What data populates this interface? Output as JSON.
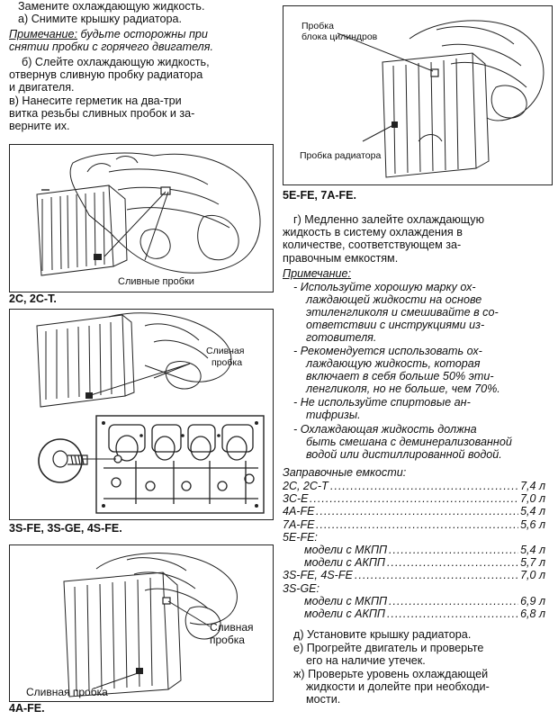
{
  "left_text": [
    "Замените охлаждающую жидкость.",
    "а) Снимите крышку радиатора.",
    "Примечание: будьте осторожны при",
    "снятии пробки с горячего двигателя.",
    "б) Слейте охлаждающую жидкость,",
    "отвернув сливную пробку радиатора",
    "и двигателя.",
    "в) Нанесите герметик на два-три",
    "витка резьбы сливных пробок и за-",
    "верните их."
  ],
  "figures": {
    "fig_2c": {
      "label": "Сливные пробки",
      "caption": "2C, 2C-T."
    },
    "fig_3s": {
      "label_line1": "Сливная",
      "label_line2": "пробка",
      "caption": "3S-FE, 3S-GE, 4S-FE."
    },
    "fig_4a": {
      "label_right_1": "Сливная",
      "label_right_2": "пробка",
      "label_bottom": "Сливная пробка",
      "caption": "4A-FE."
    },
    "fig_5e": {
      "label_block_1": "Пробка",
      "label_block_2": "блока цилиндров",
      "label_radiator": "Пробка радиатора",
      "caption": "5E-FE, 7A-FE."
    }
  },
  "right_text": [
    "г) Медленно залейте охлаждающую",
    "жидкость в систему охлаждения в",
    "количестве, соответствующем за-",
    "правочным емкостям."
  ],
  "note_title": "Примечание:",
  "note_lines": [
    "- Используйте хорошую марку ох-",
    "лаждающей жидкости на основе",
    "этиленгликоля и смешивайте в со-",
    "ответствии с инструкциями из-",
    "готовителя.",
    "- Рекомендуется использовать ох-",
    "лаждающую жидкость, которая",
    "включает в себя больше 50% эти-",
    "ленгликоля, но не больше, чем 70%.",
    "- Не используйте спиртовые ан-",
    "тифризы.",
    "-   Охлаждающая жидкость должна",
    "быть смешана с деминерализованной",
    "водой или дистиллированной водой."
  ],
  "capacities_title": "Заправочные емкости:",
  "capacities": [
    {
      "name": "2C, 2C-T",
      "value": "7,4 л",
      "indent": false
    },
    {
      "name": "3C-E",
      "value": "7,0 л",
      "indent": false
    },
    {
      "name": "4A-FE",
      "value": "5,4 л",
      "indent": false
    },
    {
      "name": "7A-FE",
      "value": "5,6 л",
      "indent": false
    },
    {
      "name": "5E-FE:",
      "value": "",
      "indent": false
    },
    {
      "name": "модели с МКПП",
      "value": "5,4 л",
      "indent": true
    },
    {
      "name": "модели с АКПП",
      "value": "5,7 л",
      "indent": true
    },
    {
      "name": "3S-FE, 4S-FE",
      "value": "7,0 л",
      "indent": false
    },
    {
      "name": "3S-GE:",
      "value": "",
      "indent": false
    },
    {
      "name": "модели с МКПП",
      "value": "6,9 л",
      "indent": true
    },
    {
      "name": "модели с АКПП",
      "value": "6,8 л",
      "indent": true
    }
  ],
  "final_lines": [
    "д) Установите крышку радиатора.",
    "е) Прогрейте двигатель и проверьте",
    "его на наличие утечек.",
    "ж) Проверьте уровень охлаждающей",
    "жидкости и долейте при необходи-",
    "мости."
  ]
}
